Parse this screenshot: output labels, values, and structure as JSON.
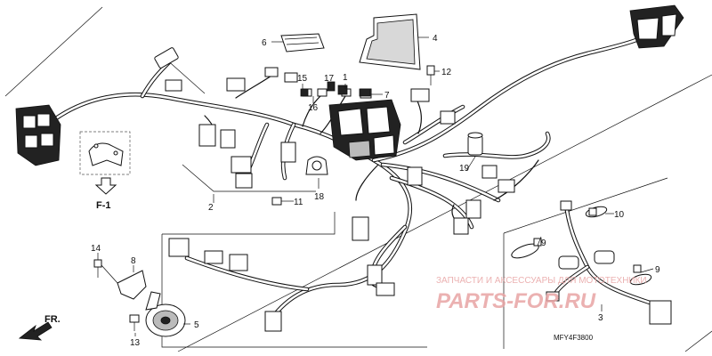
{
  "callouts": {
    "c1": "1",
    "c2": "2",
    "c3": "3",
    "c4": "4",
    "c5": "5",
    "c6": "6",
    "c7": "7",
    "c8": "8",
    "c9a": "9",
    "c9b": "9",
    "c10": "10",
    "c11": "11",
    "c12": "12",
    "c13": "13",
    "c14": "14",
    "c15": "15",
    "c16": "16",
    "c17": "17",
    "c18": "18",
    "c19": "19"
  },
  "figure_ref": "F-1",
  "front_label": "FR.",
  "diagram_code": "MFY4F3800",
  "watermark": {
    "text": "ЗАПЧАСТИ И АКСЕССУАРЫ ДЛЯ МОТОТЕХНИКИ",
    "brand": "PARTS-FOR.RU",
    "color": "#e8a4a4"
  },
  "colors": {
    "line": "#111111",
    "background": "#ffffff"
  }
}
